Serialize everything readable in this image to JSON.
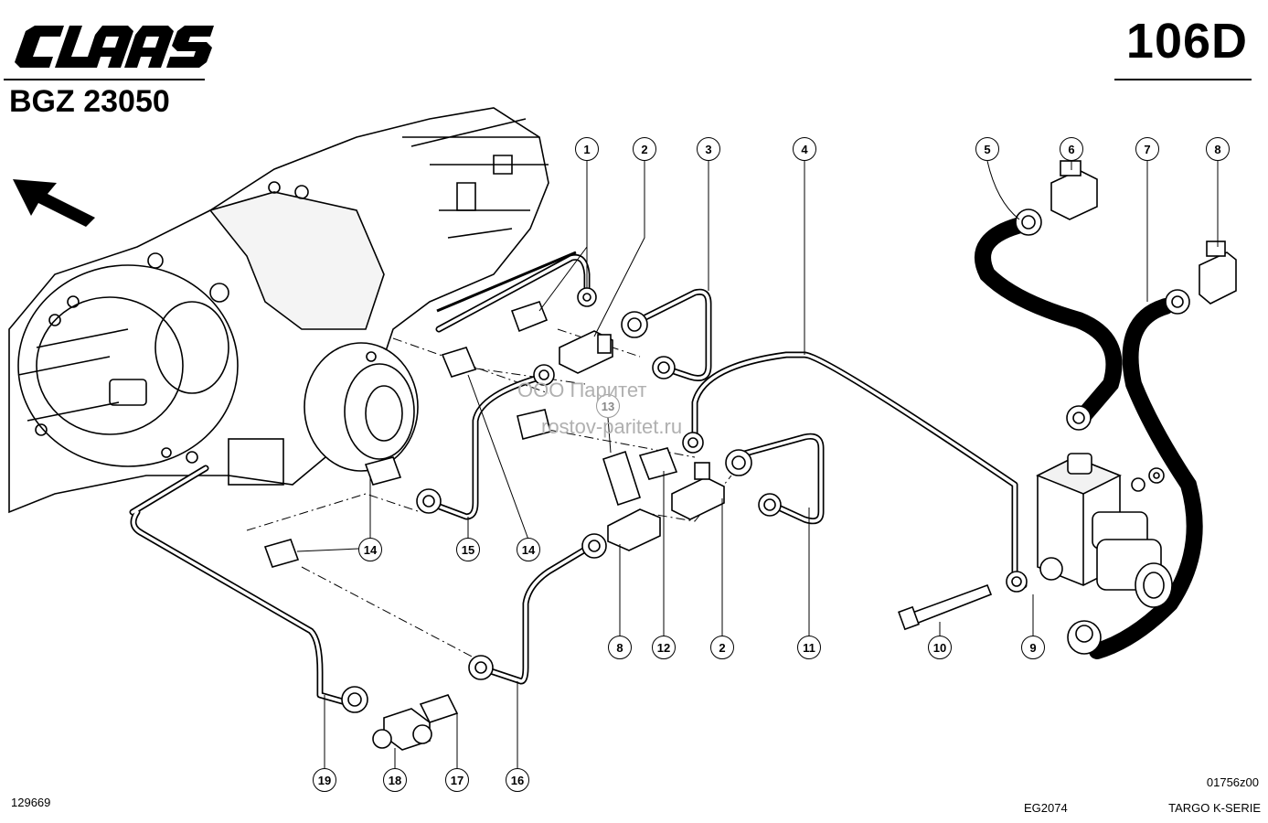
{
  "header": {
    "brand_logo": "CLAAS",
    "sheet_code": "106D",
    "group_code": "BGZ 23050"
  },
  "watermark": {
    "line1": "ООО Паритет",
    "line2": "rostov-paritet.ru"
  },
  "footer": {
    "left_number": "129669",
    "image_ref": "01756z00",
    "drawing_code": "EG2074",
    "series": "TARGO K-SERIE"
  },
  "callouts": [
    "1",
    "2",
    "3",
    "4",
    "5",
    "6",
    "7",
    "8",
    "13",
    "14",
    "14",
    "15",
    "8",
    "12",
    "2",
    "11",
    "10",
    "9",
    "19",
    "18",
    "17",
    "16"
  ],
  "icons": {
    "direction_arrow": "arrow-up-left-icon"
  }
}
